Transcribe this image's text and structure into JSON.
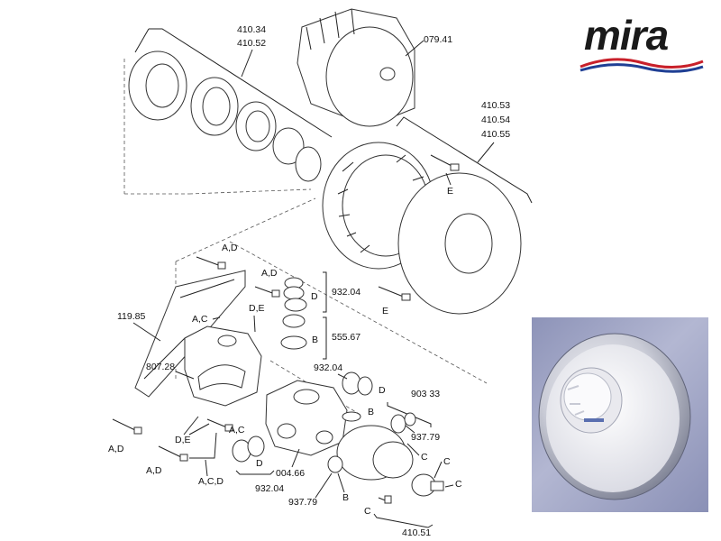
{
  "brand": {
    "logo_text": "mira",
    "logo_colors": {
      "text": "#1a1a1a",
      "red_swoosh": "#c8202a",
      "blue_swoosh": "#1f3f94"
    }
  },
  "labels": {
    "l_410_34": "410.34",
    "l_410_52": "410.52",
    "l_079_41": "079.41",
    "l_410_53": "410.53",
    "l_410_54": "410.54",
    "l_410_55": "410.55",
    "l_e_top": "E",
    "l_e_bottom": "E",
    "l_ad_1": "A,D",
    "l_ad_2": "A,D",
    "l_d_1": "D",
    "l_932_04_a": "932.04",
    "l_119_85": "119.85",
    "l_ac_1": "A,C",
    "l_de_1": "D,E",
    "l_b_1": "B",
    "l_555_67": "555.67",
    "l_807_28": "807.28",
    "l_932_04_b": "932.04",
    "l_d_2": "D",
    "l_903_33": "903 33",
    "l_b_2": "B",
    "l_ac_2": "A,C",
    "l_de_2": "D,E",
    "l_937_79_a": "937.79",
    "l_c_1": "C",
    "l_ad_3": "A,D",
    "l_ad_4": "A,D",
    "l_d_3": "D",
    "l_004_66": "004.66",
    "l_acd": "A,C,D",
    "l_932_04_c": "932.04",
    "l_937_79_b": "937.79",
    "l_b_3": "B",
    "l_c_2": "C",
    "l_c_3": "C",
    "l_c_4": "C",
    "l_410_51": "410.51"
  }
}
